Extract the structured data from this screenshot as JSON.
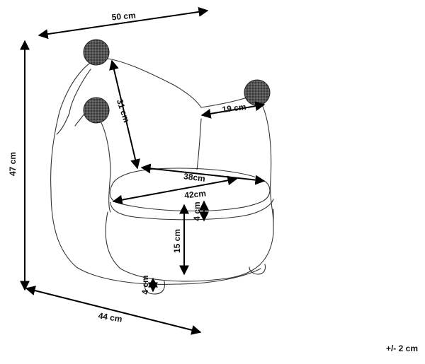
{
  "dimensions": {
    "width_top": "50 cm",
    "height_total": "47 cm",
    "depth_bottom": "44 cm",
    "back_height": "31 cm",
    "arm_gap": "19 cm",
    "seat_depth": "38cm",
    "seat_width": "42cm",
    "cushion": "4 cm",
    "seat_height": "15 cm",
    "leg": "4 cm"
  },
  "tolerance": "+/- 2 cm"
}
